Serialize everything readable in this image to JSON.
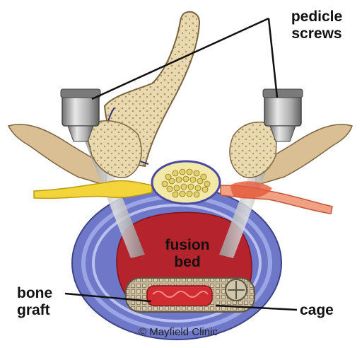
{
  "labels": {
    "pedicle": "pedicle",
    "screws": "screws",
    "fusion": "fusion",
    "bed": "bed",
    "bone": "bone",
    "graft": "graft",
    "cage": "cage"
  },
  "copyright": "© Mayfield Clinic",
  "colors": {
    "disc_outer": "#6f78c8",
    "disc_inner": "#9aa5e6",
    "fusion_bed": "#b5232c",
    "bone": "#e8d9b0",
    "bone_pores": "#b69c62",
    "nerve_left": "#f3d43a",
    "nerve_right": "#f2a082",
    "screw_metal": "#b9b9b9",
    "cage": "#bcae8e",
    "spinal_cord": "#f2e9a8"
  }
}
